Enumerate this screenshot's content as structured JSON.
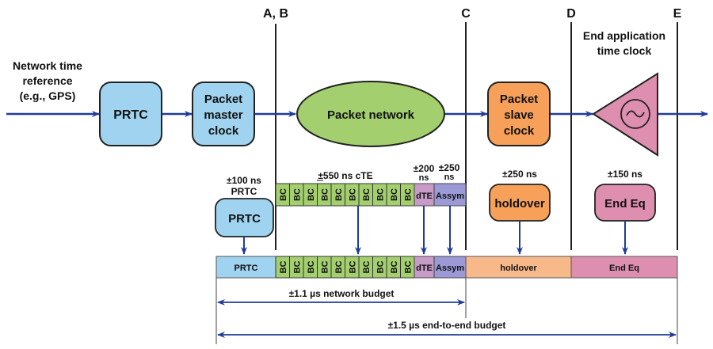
{
  "markers": {
    "ab": "A, B",
    "c": "C",
    "d": "D",
    "e": "E"
  },
  "source_label": [
    "Network time",
    "reference",
    "(e.g., GPS)"
  ],
  "end_app_label": [
    "End application",
    "time clock"
  ],
  "top_chain": {
    "prtc": "PRTC",
    "master": [
      "Packet",
      "master",
      "clock"
    ],
    "network": "Packet network",
    "slave": [
      "Packet",
      "slave",
      "clock"
    ],
    "oscillator_symbol": "~"
  },
  "budgets": {
    "prtc": [
      "±100 ns",
      "PRTC"
    ],
    "cte": "±550 ns cTE",
    "dte": [
      "±200",
      "ns"
    ],
    "asym": [
      "±250",
      "ns"
    ],
    "holdover": "±250 ns",
    "endeq": "±150 ns"
  },
  "mid_boxes": {
    "prtc": "PRTC",
    "holdover": "holdover",
    "endeq": "End Eq"
  },
  "bc_cells": [
    "BC",
    "BC",
    "BC",
    "BC",
    "BC",
    "BC",
    "BC",
    "BC",
    "BC",
    "BC"
  ],
  "cells": {
    "dte": "dTE",
    "asym": "Assym"
  },
  "bottom_bar": {
    "prtc": "PRTC",
    "dte": "dTE",
    "asym": "Assym",
    "holdover": "holdover",
    "endeq": "End Eq"
  },
  "spans": {
    "network": "±1.1 µs network budget",
    "e2e": "±1.5 µs end-to-end budget"
  },
  "colors": {
    "blue_box": "#9fd3ef",
    "green": "#a3cf6e",
    "orange": "#f7a05a",
    "orange_light": "#f8b98a",
    "pink": "#de8eae",
    "purple": "#c89ac8",
    "lavender": "#9b9ad6",
    "arrow": "#1f3d99"
  }
}
